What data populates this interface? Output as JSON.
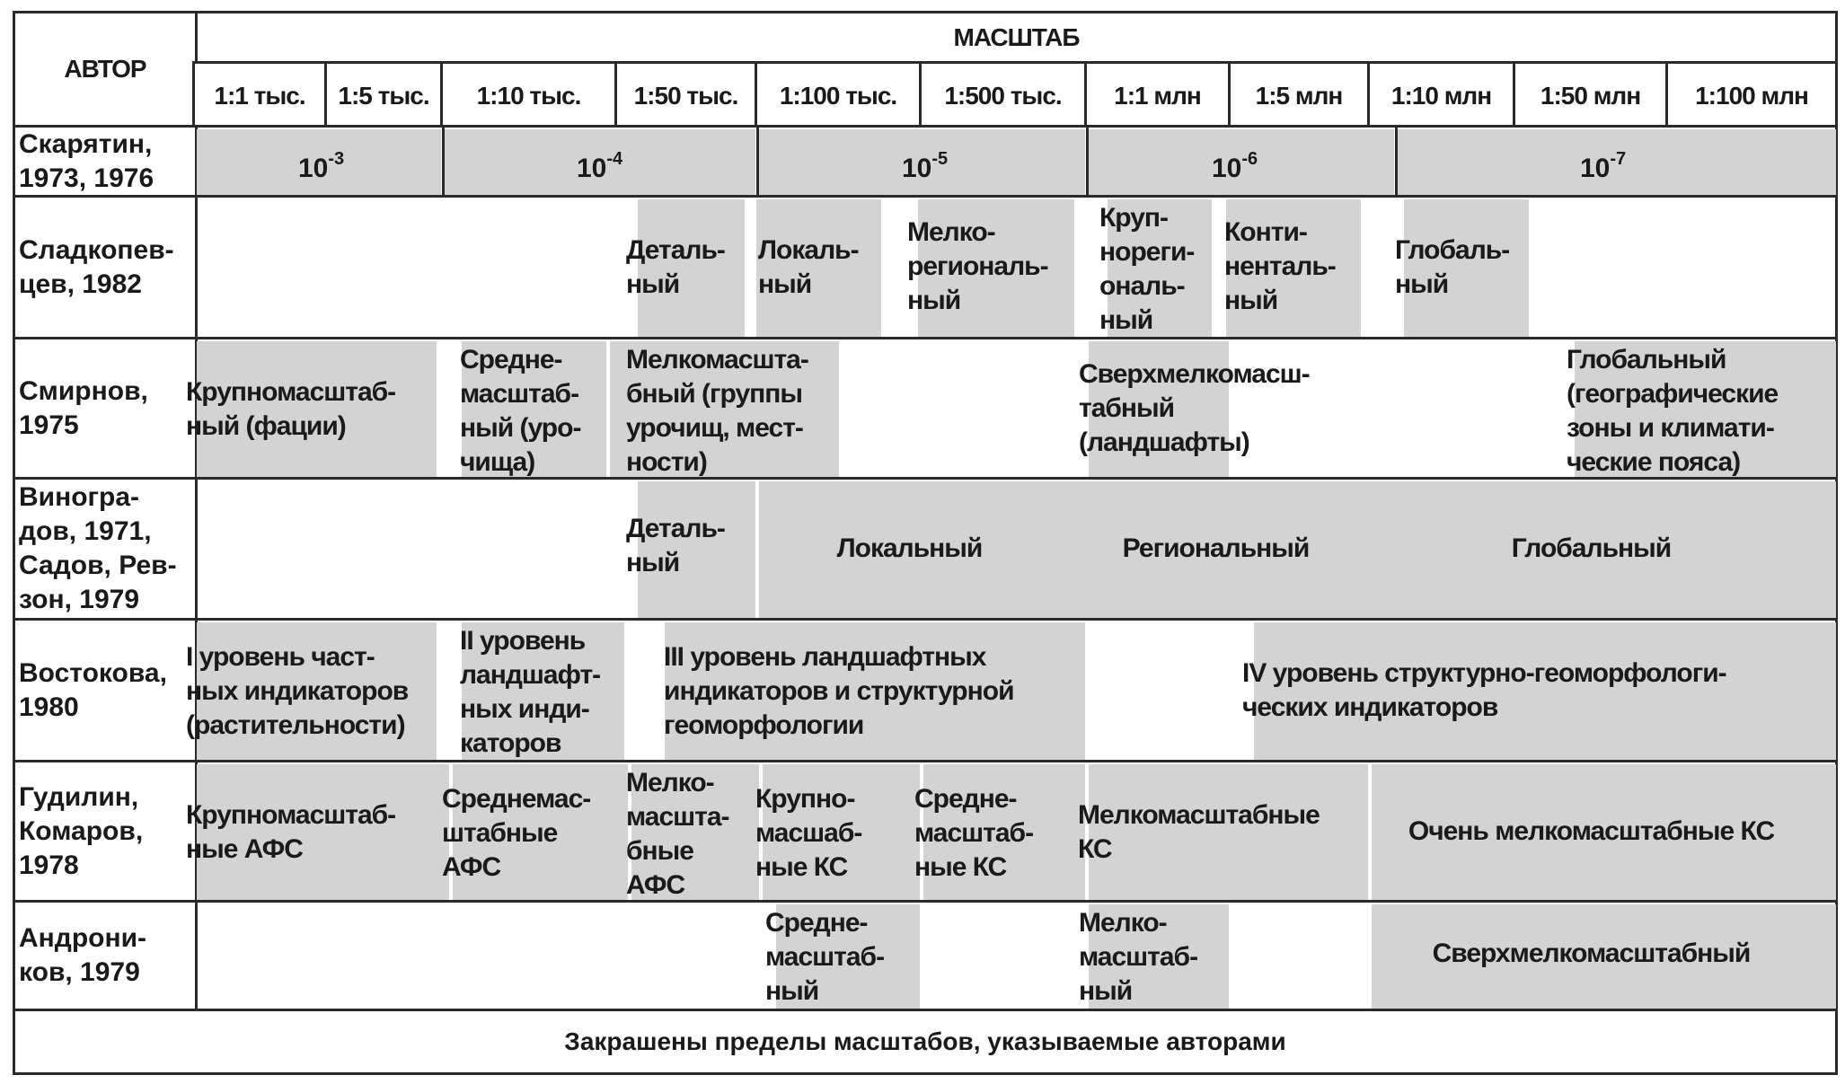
{
  "header": {
    "author": "АВТОР",
    "scale_title": "МАСШТАБ",
    "scales": [
      "1:1 тыс.",
      "1:5 тыс.",
      "1:10 тыс.",
      "1:50 тыс.",
      "1:100 тыс.",
      "1:500 тыс.",
      "1:1 млн",
      "1:5 млн",
      "1:10 млн",
      "1:50 млн",
      "1:100 млн"
    ]
  },
  "rows": [
    {
      "author": "Скарятин, 1973, 1976",
      "author_lines": [
        "Скарятин,",
        "1973, 1976"
      ],
      "powers": [
        {
          "base": "10",
          "exp": "-3"
        },
        {
          "base": "10",
          "exp": "-4"
        },
        {
          "base": "10",
          "exp": "-5"
        },
        {
          "base": "10",
          "exp": "-6"
        },
        {
          "base": "10",
          "exp": "-7"
        }
      ]
    },
    {
      "author": "Сладкопевцев, 1982",
      "author_lines": [
        "Сладкопев-",
        "цев, 1982"
      ],
      "bands": [
        {
          "lines": [
            "Деталь-",
            "ный"
          ]
        },
        {
          "lines": [
            "Локаль-",
            "ный"
          ]
        },
        {
          "lines": [
            "Мелко-",
            "региональ-",
            "ный"
          ]
        },
        {
          "lines": [
            "Круп-",
            "нореги-",
            "ональ-",
            "ный"
          ]
        },
        {
          "lines": [
            "Конти-",
            "ненталь-",
            "ный"
          ]
        },
        {
          "lines": [
            "Глобаль-",
            "ный"
          ]
        }
      ]
    },
    {
      "author": "Смирнов, 1975",
      "author_lines": [
        "Смирнов,",
        "1975"
      ],
      "bands": [
        {
          "lines": [
            "Крупномасштаб-",
            "ный (фации)"
          ]
        },
        {
          "lines": [
            "Средне-",
            "масштаб-",
            "ный (уро-",
            "чища)"
          ]
        },
        {
          "lines": [
            "Мелкомасшта-",
            "бный (группы",
            "урочищ, мест-",
            "ности)"
          ]
        },
        {
          "lines": [
            "Сверхмелкомасш-",
            "табный",
            "(ландшафты)"
          ]
        },
        {
          "lines": [
            "Глобальный",
            "(географические",
            "зоны и климати-",
            "ческие пояса)"
          ]
        }
      ]
    },
    {
      "author": "Виноградов, 1971, Садов, Ревзон, 1979",
      "author_lines": [
        "Виногра-",
        "дов, 1971,",
        "Садов, Рев-",
        "зон, 1979"
      ],
      "bands": [
        {
          "lines": [
            "Деталь-",
            "ный"
          ]
        },
        {
          "lines": [
            "Локальный"
          ]
        },
        {
          "lines": [
            "Региональный"
          ]
        },
        {
          "lines": [
            "Глобальный"
          ]
        }
      ]
    },
    {
      "author": "Востокова, 1980",
      "author_lines": [
        "Востокова,",
        "1980"
      ],
      "bands": [
        {
          "lines": [
            "I уровень част-",
            "ных индикаторов",
            "(растительности)"
          ]
        },
        {
          "lines": [
            "II уровень",
            "ландшафт-",
            "ных инди-",
            "каторов"
          ]
        },
        {
          "lines": [
            "III уровень ландшафтных",
            "индикаторов и структурной",
            "геоморфологии"
          ]
        },
        {
          "lines": [
            "IV уровень структурно-геоморфологи-",
            "ческих индикаторов"
          ]
        }
      ]
    },
    {
      "author": "Гудилин, Комаров, 1978",
      "author_lines": [
        "Гудилин,",
        "Комаров,",
        "1978"
      ],
      "bands": [
        {
          "lines": [
            "Крупномасштаб-",
            "ные АФС"
          ]
        },
        {
          "lines": [
            "Среднемас-",
            "штабные",
            "АФС"
          ]
        },
        {
          "lines": [
            "Мелко-",
            "масшта-",
            "бные",
            "АФС"
          ]
        },
        {
          "lines": [
            "Крупно-",
            "масшаб-",
            "ные КС"
          ]
        },
        {
          "lines": [
            "Средне-",
            "масштаб-",
            "ные КС"
          ]
        },
        {
          "lines": [
            "Мелкомасштабные",
            "КС"
          ]
        },
        {
          "lines": [
            "Очень мелкомасштабные КС"
          ]
        }
      ]
    },
    {
      "author": "Андроников, 1979",
      "author_lines": [
        "Андрони-",
        "ков, 1979"
      ],
      "bands": [
        {
          "lines": [
            "Средне-",
            "масштаб-",
            "ный"
          ]
        },
        {
          "lines": [
            "Мелко-",
            "масштаб-",
            "ный"
          ]
        },
        {
          "lines": [
            "Сверхмелкомасштабный"
          ]
        }
      ]
    }
  ],
  "footer": "Закрашены пределы масштабов, указываемые авторами",
  "colors": {
    "shade": "#d3d3d3",
    "border": "#2a2a2a",
    "text": "#1a1a1a",
    "background": "#ffffff"
  }
}
